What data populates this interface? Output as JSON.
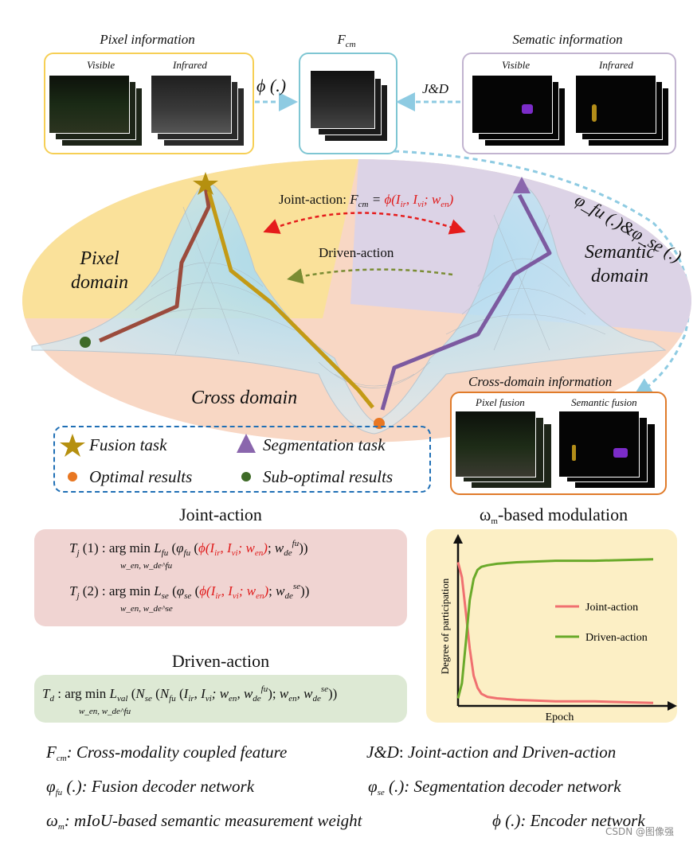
{
  "top": {
    "pixel_info_title": "Pixel information",
    "fcm_title": "F",
    "fcm_sub": "cm",
    "semantic_info_title": "Sematic information",
    "visible_label_left": "Visible",
    "infrared_label_left": "Infrared",
    "visible_label_right": "Visible",
    "infrared_label_right": "Infrared",
    "phi_label": "ϕ (.)",
    "jd_label": "J&D"
  },
  "landscape": {
    "pixel_domain": [
      "Pixel",
      "domain"
    ],
    "semantic_domain": [
      "Semantic",
      "domain"
    ],
    "cross_domain": "Cross domain",
    "joint_action_prefix": "Joint-action:",
    "joint_action_formula": "F_cm = ϕ(I_ir, I_vi; w_en)",
    "driven_action": "Driven-action",
    "decoders_label": "φ_fu (.)&φ_se (.)",
    "cross_domain_info_title": "Cross-domain information",
    "pixel_fusion": "Pixel fusion",
    "semantic_fusion": "Semantic fusion"
  },
  "legend": {
    "fusion_task": "Fusion task",
    "segmentation_task": "Segmentation task",
    "optimal_results": "Optimal results",
    "sub_optimal_results": "Sub-optimal results"
  },
  "joint_action": {
    "title": "Joint-action",
    "formula1": "T_j(1) : arg min L_fu(φ_fu(ϕ(I_ir, I_vi; w_en); w_de^fu))",
    "formula1_sub": "w_en, w_de^fu",
    "formula2": "T_j(2) : arg min L_se(φ_se(ϕ(I_ir, I_vi; w_en); w_de^se))",
    "formula2_sub": "w_en, w_de^se"
  },
  "driven_action": {
    "title": "Driven-action",
    "formula": "T_d : arg min L_val(N_se(N_fu(I_ir, I_vi; w_en, w_de^fu); w_en, w_de^se))",
    "formula_sub": "w_en, w_de^fu"
  },
  "chart_data": {
    "type": "line",
    "title": "ωm-based modulation",
    "title_symbol": "ω",
    "title_sub": "m",
    "title_rest": "-based modulation",
    "xlabel": "Epoch",
    "ylabel": "Degree of participation",
    "x": [
      0,
      0.02,
      0.04,
      0.06,
      0.08,
      0.1,
      0.12,
      0.15,
      0.2,
      0.3,
      0.5,
      0.7,
      1.0
    ],
    "series": [
      {
        "name": "Joint-action",
        "color": "#f07070",
        "values": [
          0.95,
          0.85,
          0.62,
          0.38,
          0.2,
          0.12,
          0.08,
          0.06,
          0.05,
          0.04,
          0.03,
          0.03,
          0.02
        ]
      },
      {
        "name": "Driven-action",
        "color": "#6aaa2a",
        "values": [
          0.05,
          0.15,
          0.42,
          0.7,
          0.84,
          0.9,
          0.92,
          0.93,
          0.94,
          0.95,
          0.96,
          0.96,
          0.97
        ]
      }
    ],
    "grid": false,
    "legend_position": "center-right"
  },
  "footer": {
    "fcm_def": "Cross-modality coupled feature",
    "jd_def_label": "J&D",
    "jd_def": "Joint-action and Driven-action",
    "phi_fu_def": "Fusion decoder network",
    "phi_se_def": "Segmentation decoder network",
    "omega_def": "mIoU-based semantic measurement weight",
    "phi_def": "Encoder network",
    "watermark": "CSDN @图像强"
  },
  "colors": {
    "pixel_domain": "#fae19a",
    "semantic_domain": "#dcd3e6",
    "cross_domain": "#f8d7c4",
    "fusion_star": "#b5900f",
    "segmentation_triangle": "#8a66ad",
    "optimal": "#e87722",
    "sub_optimal": "#3f6b28",
    "dashed_arrow": "#8ecbe2"
  }
}
